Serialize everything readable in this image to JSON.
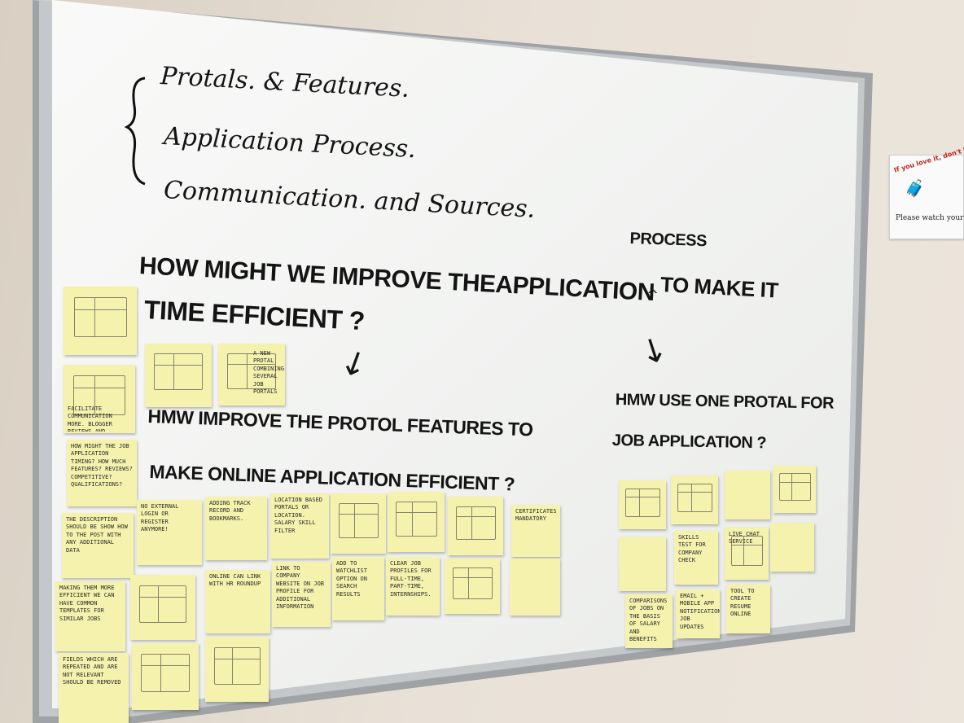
{
  "board": {
    "topics": [
      "Protals. & Features.",
      "Application Process.",
      "Communication. and Sources."
    ],
    "hmw_main_line1": "HOW MIGHT WE IMPROVE THEAPPLICATION",
    "insert_word": "PROCESS",
    "hmw_main_line1_end": "TO MAKE IT",
    "hmw_main_line2": "TIME EFFICIENT ?",
    "hmw_left_line1": "HMW IMPROVE THE PROTOL FEATURES TO",
    "hmw_left_line2": "MAKE ONLINE APPLICATION EFFICIENT ?",
    "hmw_right_line1": "HMW USE ONE PROTAL FOR",
    "hmw_right_line2": "JOB APPLICATION ?"
  },
  "sign": {
    "top_text": "If you love it, don't leave it!",
    "bottom_text": "Please watch your stuff"
  },
  "notes": [
    "",
    "",
    "FACILITATE COMMUNICATION MORE. BLOGGER REVIEWS AND PROGRAMS",
    "",
    "",
    "A NEW PROTAL COMBINING SEVERAL JOB PORTALS",
    "HOW MIGHT THE JOB APPLICATION TIMING? HOW MUCH FEATURES? REVIEWS? COMPETITIVE? QUALIFICATIONS?",
    "THE DESCRIPTION SHOULD BE SHOW HOW TO THE POST WITH ANY ADDITIONAL DATA",
    "NO EXTERNAL LOGIN OR REGISTER ANYMORE!",
    "ADDING TRACK RECORD AND BOOKMARKS.",
    "LOCATION BASED PORTALS OR LOCATION. SALARY SKILL FILTER",
    "",
    "",
    "",
    "CERTIFICATES MANDATORY",
    "MAKING THEM MORE EFFICIENT WE CAN HAVE COMMON TEMPLATES FOR SIMILAR JOBS",
    "",
    "ONLINE CAN LINK WITH HR ROUNDUP",
    "LINK TO COMPANY WEBSITE ON JOB PROFILE FOR ADDITIONAL INFORMATION",
    "ADD TO WATCHLIST OPTION ON SEARCH RESULTS",
    "CLEAR JOB PROFILES FOR FULL-TIME, PART-TIME, INTERNSHIPS.",
    "",
    "",
    "FIELDS WHICH ARE REPEATED AND ARE NOT RELEVANT SHOULD BE REMOVED",
    "",
    "",
    "",
    "",
    "",
    "",
    "",
    "SKILLS TEST FOR COMPANY CHECK",
    "LIVE CHAT SERVICE",
    "",
    "COMPARISONS OF JOBS ON THE BASIS OF SALARY AND BENEFITS",
    "EMAIL + MOBILE APP NOTIFICATIONS, JOB UPDATES",
    "TOOL TO CREATE RESUME ONLINE",
    ""
  ]
}
